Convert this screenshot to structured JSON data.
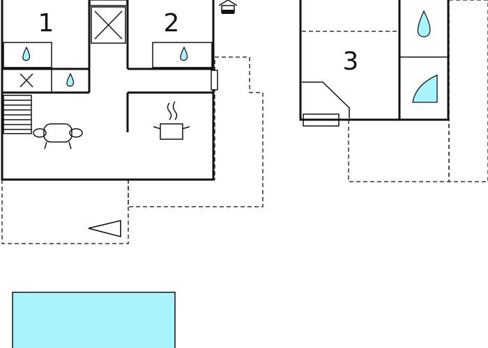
{
  "floorplan": {
    "rooms": [
      {
        "number": "1"
      },
      {
        "number": "2"
      },
      {
        "number": "3"
      }
    ]
  },
  "colors": {
    "terrace_light": "#e6e6e6",
    "terrace_dark": "#b3b3b3",
    "pool": "#a8f4fc",
    "water": "#a8f4fc",
    "wall": "#111111"
  },
  "icons": [
    "water-drop-icon",
    "stairs-icon",
    "sofa-icon",
    "cooking-pot-icon",
    "shower-icon",
    "mailbox-icon",
    "north-arrow-icon",
    "skylight-icon"
  ]
}
